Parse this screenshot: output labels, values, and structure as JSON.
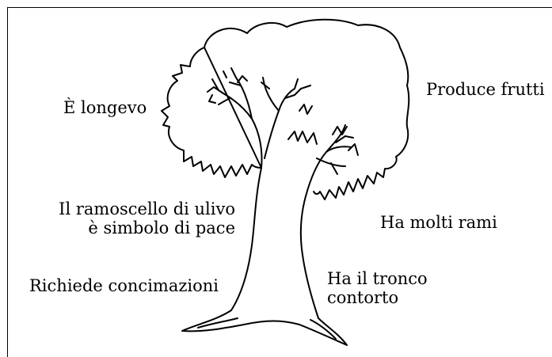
{
  "labels": {
    "longevo": "È longevo",
    "frutti": "Produce frutti",
    "ramoscello_line1": "Il ramoscello di ulivo",
    "ramoscello_line2": "è simbolo di pace",
    "rami": "Ha molti rami",
    "concimazioni": "Richiede concimazioni",
    "tronco_line1": "Ha il tronco",
    "tronco_line2": "contorto"
  }
}
